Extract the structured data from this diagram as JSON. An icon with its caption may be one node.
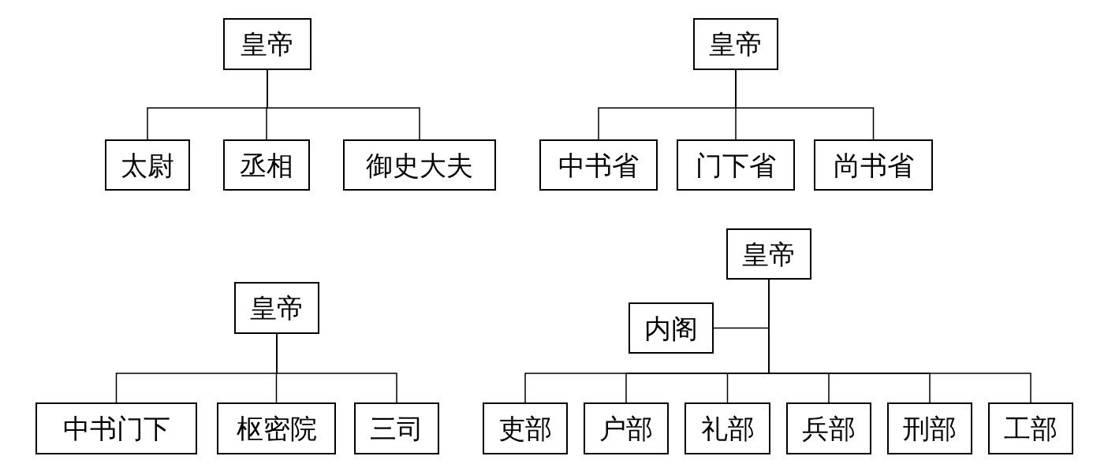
{
  "diagram": {
    "nodes": [
      {
        "text": [
          "皇帝"
        ]
      },
      {
        "text": [
          "太尉"
        ]
      },
      {
        "text": [
          "丞相"
        ]
      },
      {
        "text": [
          "御史大夫"
        ]
      },
      {
        "text": [
          "皇帝"
        ]
      },
      {
        "text": [
          "中书省"
        ]
      },
      {
        "text": [
          "门下省"
        ]
      },
      {
        "text": [
          "尚书省"
        ]
      },
      {
        "text": [
          "皇帝"
        ]
      },
      {
        "text": [
          "中书门下"
        ]
      },
      {
        "text": [
          "枢密院"
        ]
      },
      {
        "text": [
          "三司"
        ]
      },
      {
        "text": [
          "皇帝"
        ]
      },
      {
        "text": [
          "内阁"
        ]
      },
      {
        "text": [
          "吏部"
        ]
      },
      {
        "text": [
          "户部"
        ]
      },
      {
        "text": [
          "礼部"
        ]
      },
      {
        "text": [
          "兵部"
        ]
      },
      {
        "text": [
          "刑部"
        ]
      },
      {
        "text": [
          "工部"
        ]
      }
    ],
    "edges": [
      {
        "from": 0,
        "to": 1,
        "arrow": "none"
      },
      {
        "from": 0,
        "to": 2,
        "arrow": "none"
      },
      {
        "from": 0,
        "to": 3,
        "arrow": "none"
      },
      {
        "from": 4,
        "to": 5,
        "arrow": "none"
      },
      {
        "from": 4,
        "to": 6,
        "arrow": "none"
      },
      {
        "from": 4,
        "to": 7,
        "arrow": "none"
      },
      {
        "from": 8,
        "to": 9,
        "arrow": "none"
      },
      {
        "from": 8,
        "to": 10,
        "arrow": "none"
      },
      {
        "from": 8,
        "to": 11,
        "arrow": "none"
      },
      {
        "from": 12,
        "to": 13,
        "arrow": "none"
      },
      {
        "from": 12,
        "to": 14,
        "arrow": "none"
      },
      {
        "from": 12,
        "to": 15,
        "arrow": "none"
      },
      {
        "from": 12,
        "to": 16,
        "arrow": "none"
      },
      {
        "from": 12,
        "to": 17,
        "arrow": "none"
      },
      {
        "from": 12,
        "to": 18,
        "arrow": "none"
      },
      {
        "from": 12,
        "to": 19,
        "arrow": "none"
      }
    ]
  }
}
